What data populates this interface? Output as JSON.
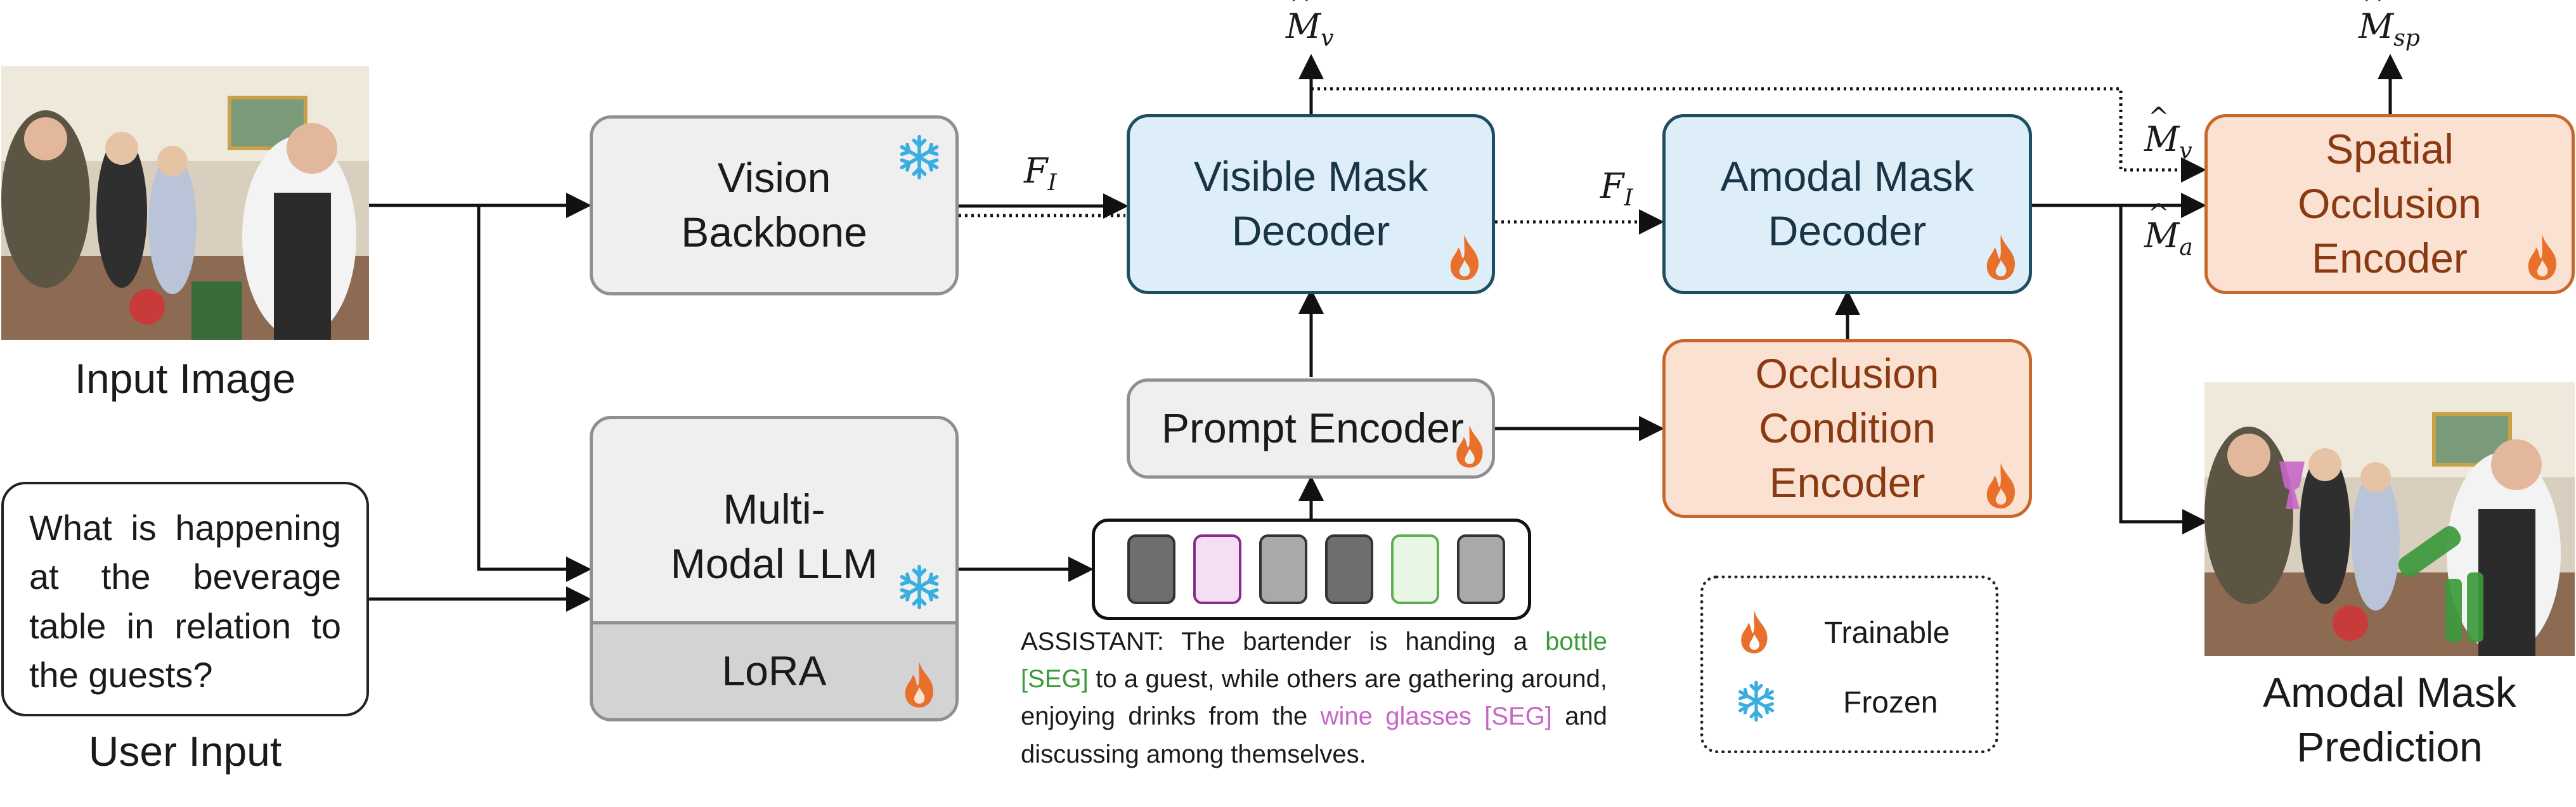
{
  "inputs": {
    "input_image_label": "Input Image",
    "user_input_label": "User Input",
    "user_question": "What is happening at the beverage table in relation to the guests?"
  },
  "modules": {
    "vision_backbone": "Vision Backbone",
    "multimodal_llm": "Multi-Modal LLM",
    "lora": "LoRA",
    "visible_mask_decoder": "Visible Mask Decoder",
    "amodal_mask_decoder": "Amodal Mask Decoder",
    "prompt_encoder": "Prompt Encoder",
    "occlusion_condition_encoder": "Occlusion Condition Encoder",
    "spatial_occlusion_encoder": "Spatial Occlusion Encoder"
  },
  "labels": {
    "f_i": "F",
    "f_i_sub": "I",
    "m_hat": "M",
    "v_sub": "v",
    "a_sub": "a",
    "sp_sub": "sp"
  },
  "assistant": {
    "prefix": "ASSISTANT: The bartender is handing a ",
    "obj1": "bottle",
    "seg1": "[SEG]",
    "middle": " to a guest, while others are gathering around, enjoying drinks from the ",
    "obj2": "wine glasses",
    "seg2": "[SEG]",
    "suffix": " and discussing among themselves."
  },
  "tokens": [
    {
      "fill": "#6e6e6e",
      "border": "#333333"
    },
    {
      "fill": "#f3def3",
      "border": "#8a2b8a"
    },
    {
      "fill": "#a9a9a9",
      "border": "#333333"
    },
    {
      "fill": "#6e6e6e",
      "border": "#333333"
    },
    {
      "fill": "#e8f6e4",
      "border": "#5fae55"
    },
    {
      "fill": "#a9a9a9",
      "border": "#333333"
    }
  ],
  "legend": {
    "trainable": "Trainable",
    "frozen": "Frozen"
  },
  "output": {
    "prediction_label": "Amodal Mask Prediction"
  },
  "colors": {
    "frozen_gray": "#efefef",
    "decoder_blue": "#ddeef8",
    "encoder_orange": "#fbe1d1",
    "flame_orange": "#e8702a",
    "snowflake_blue": "#3aaee0",
    "seg_green": "#3c9a3c",
    "seg_pink": "#c766c7"
  }
}
